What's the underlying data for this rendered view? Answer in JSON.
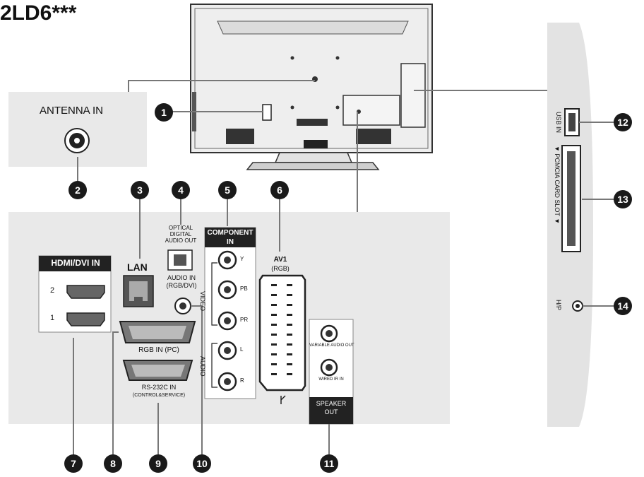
{
  "header": {
    "model_title": "2LD6***"
  },
  "antenna": {
    "label": "ANTENNA IN"
  },
  "rear_panel": {
    "hdmi_label": "HDMI/DVI IN",
    "hdmi_port_2": "2",
    "hdmi_port_1": "1",
    "lan_label": "LAN",
    "optical_label_line1": "OPTICAL",
    "optical_label_line2": "DIGITAL",
    "optical_label_line3": "AUDIO OUT",
    "audio_in_line1": "AUDIO IN",
    "audio_in_line2": "(RGB/DVI)",
    "component_line1": "COMPONENT",
    "component_line2": "IN",
    "video_label": "VIDEO",
    "audio_label": "AUDIO",
    "y_label": "Y",
    "pb_label": "PB",
    "pr_label": "PR",
    "l_label": "L",
    "r_label": "R",
    "av1_line1": "AV1",
    "av1_line2": "(RGB)",
    "rgb_in_label": "RGB IN (PC)",
    "rs232_line1": "RS-232C IN",
    "rs232_line2": "(CONTROL&SERVICE)",
    "speaker_jack_1": "VARIABLE AUDIO OUT",
    "speaker_jack_2": "WIRED IR IN",
    "speaker_line1": "SPEAKER",
    "speaker_line2": "OUT"
  },
  "side_panel": {
    "usb_label": "USB IN",
    "pcmcia_label": "▼ PCMCIA CARD SLOT ▼",
    "headphone_label": "H/P"
  },
  "callouts": [
    "1",
    "2",
    "3",
    "4",
    "5",
    "6",
    "7",
    "8",
    "9",
    "10",
    "11",
    "12",
    "13",
    "14"
  ]
}
